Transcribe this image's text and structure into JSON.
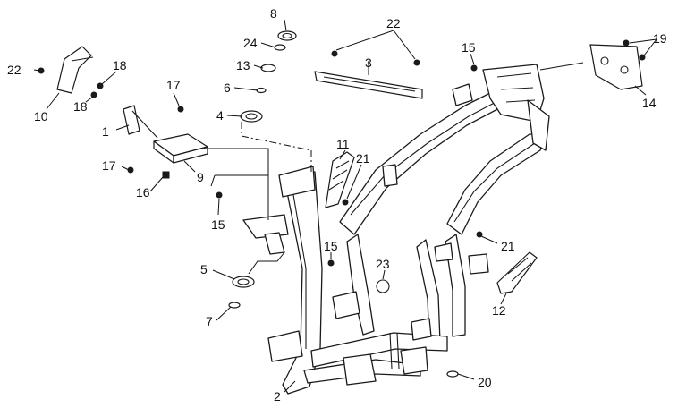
{
  "callouts": {
    "c1": "1",
    "c2": "2",
    "c3": "3",
    "c4": "4",
    "c5": "5",
    "c6": "6",
    "c7": "7",
    "c8": "8",
    "c9": "9",
    "c10": "10",
    "c11": "11",
    "c12": "12",
    "c13": "13",
    "c14": "14",
    "c15a": "15",
    "c15b": "15",
    "c15c": "15",
    "c16": "16",
    "c17a": "17",
    "c17b": "17",
    "c18a": "18",
    "c18b": "18",
    "c19": "19",
    "c20": "20",
    "c21a": "21",
    "c21b": "21",
    "c22a": "22",
    "c22b": "22",
    "c23": "23",
    "c24": "24"
  },
  "colors": {
    "line": "#1a1a1a",
    "background": "#ffffff"
  }
}
